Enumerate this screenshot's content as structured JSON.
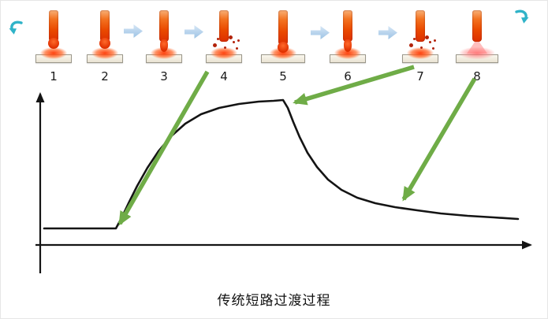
{
  "caption": "传统短路过渡过程",
  "stages": [
    {
      "label": "1"
    },
    {
      "label": "2"
    },
    {
      "label": "3"
    },
    {
      "label": "4"
    },
    {
      "label": "5"
    },
    {
      "label": "6"
    },
    {
      "label": "7"
    },
    {
      "label": "8"
    }
  ],
  "icons": {
    "cycle_left": "cyan-curved-loop-arrow",
    "cycle_right": "cyan-curved-loop-arrow",
    "step_arrow": "light-blue-block-right-arrow",
    "stage_icon": "welding-electrode-with-molten-pool",
    "pointer_arrow": "green-pointer-arrow"
  },
  "colors": {
    "green_arrow": "#6FAC47",
    "blue_arrow": "#9CC3E5",
    "cyan_loop": "#2FB3C8",
    "rod_orange": "#F37321",
    "glow_red": "#FF3700",
    "curve_black": "#141414"
  },
  "chart_data": {
    "type": "line",
    "title": "传统短路过渡过程",
    "xlabel": "",
    "ylabel": "",
    "axis_tick_labels": "none",
    "description": "Short-circuit transfer waveform: low flat level (stages 1-2), steep rise to a plateau peak (stages 3-7 short circuit), sharp drop then exponential decay (stage 8 arc re-ignition)."
  },
  "graph": {
    "curve_points": [
      [
        55,
        289
      ],
      [
        95,
        289
      ],
      [
        146,
        289
      ],
      [
        153,
        276
      ],
      [
        162,
        257
      ],
      [
        173,
        235
      ],
      [
        186,
        212
      ],
      [
        200,
        191
      ],
      [
        216,
        172
      ],
      [
        234,
        156
      ],
      [
        254,
        144
      ],
      [
        277,
        136
      ],
      [
        302,
        131
      ],
      [
        327,
        128
      ],
      [
        346,
        127
      ],
      [
        358,
        126
      ],
      [
        364,
        136
      ],
      [
        371,
        154
      ],
      [
        379,
        173
      ],
      [
        389,
        193
      ],
      [
        401,
        211
      ],
      [
        415,
        227
      ],
      [
        432,
        240
      ],
      [
        452,
        250
      ],
      [
        475,
        257
      ],
      [
        500,
        262
      ],
      [
        528,
        266
      ],
      [
        558,
        270
      ],
      [
        592,
        273
      ],
      [
        625,
        275
      ],
      [
        656,
        277
      ]
    ],
    "x_axis": [
      [
        44,
        310
      ],
      [
        672,
        310
      ]
    ],
    "y_axis": [
      [
        50,
        346
      ],
      [
        50,
        118
      ]
    ],
    "green_arrows": [
      {
        "from": [
          262,
          90
        ],
        "to": [
          151,
          283
        ]
      },
      {
        "from": [
          524,
          84
        ],
        "to": [
          373,
          129
        ]
      },
      {
        "from": [
          601,
          99
        ],
        "to": [
          511,
          252
        ]
      }
    ]
  }
}
